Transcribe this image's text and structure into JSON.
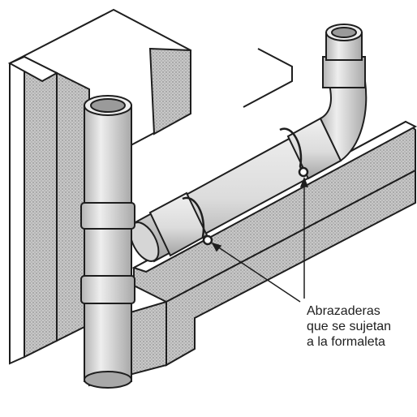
{
  "diagram": {
    "callout_lines": [
      "Abrazaderas",
      "que se sujetan",
      "a la formaleta"
    ],
    "colors": {
      "ink": "#1e1e1e",
      "shade": "#9a9a9a",
      "light": "#eeeeee",
      "mid": "#d6d6d6",
      "dark": "#b4b4b4",
      "background": "#ffffff"
    }
  }
}
